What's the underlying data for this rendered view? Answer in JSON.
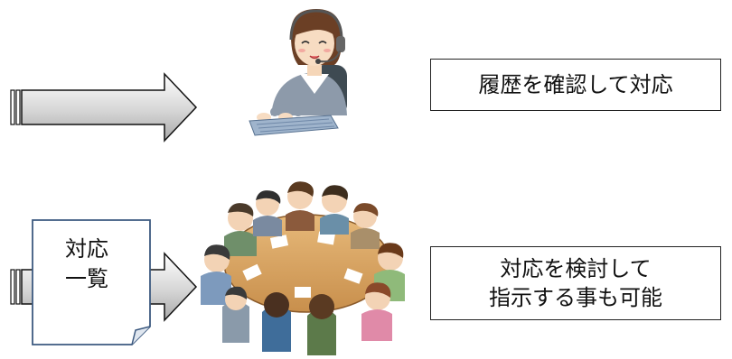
{
  "top_row": {
    "label": "履歴を確認して対応"
  },
  "bottom_row": {
    "document_lines": [
      "対応",
      "一覧"
    ],
    "label_lines": [
      "対応を検討して",
      "指示する事も可能"
    ]
  }
}
